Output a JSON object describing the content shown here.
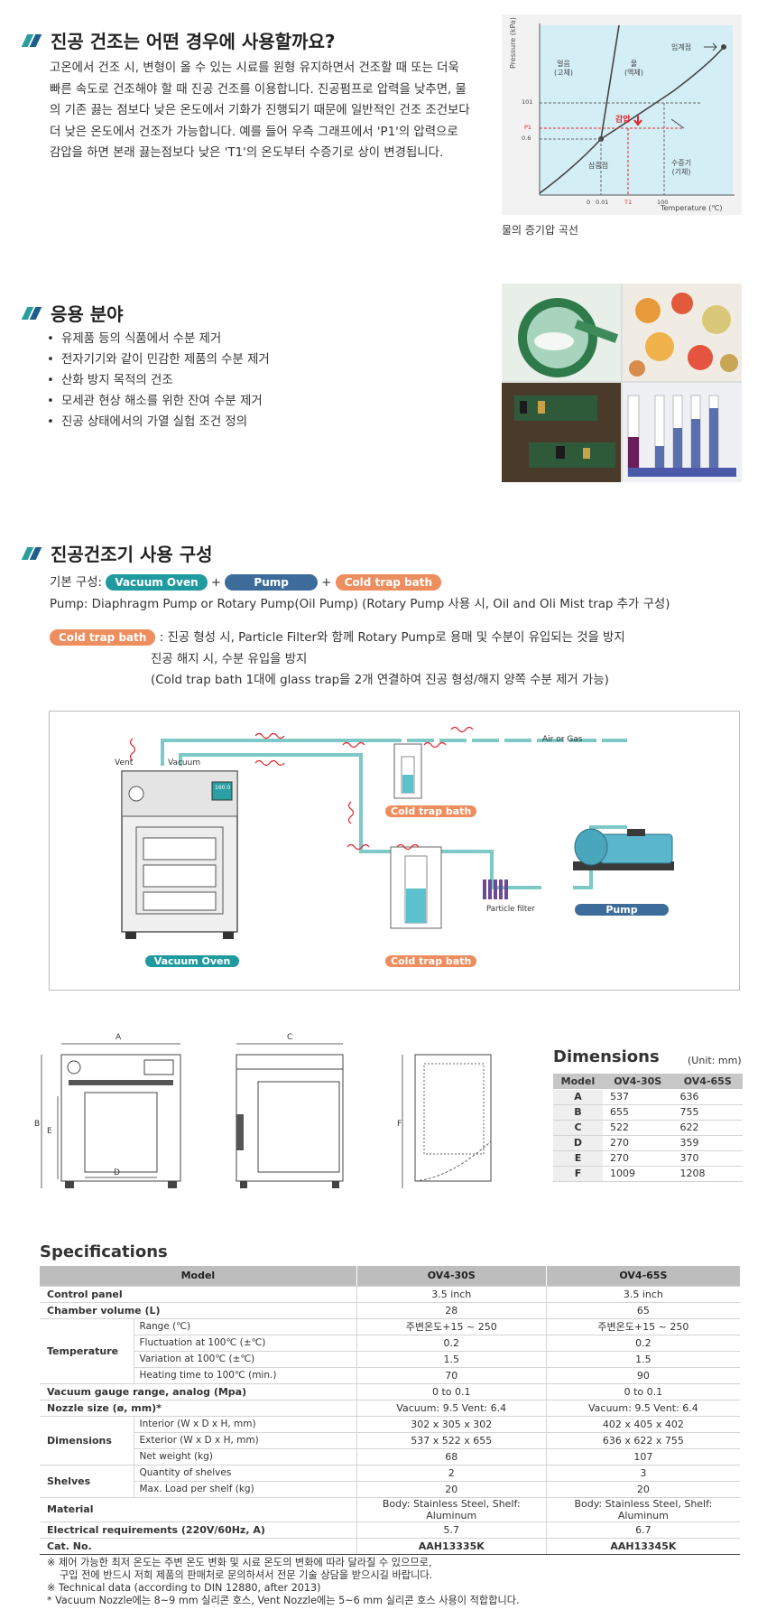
{
  "section1": {
    "title": "진공 건조는 어떤 경우에 사용할까요?",
    "paragraph": "고온에서 건조 시, 변형이 올 수 있는 시료를 원형 유지하면서 건조할 때 또는 더욱 빠른 속도로 건조해야 할 때 진공 건조를 이용합니다. 진공펌프로 압력을 낮추면, 물의 기존 끓는 점보다 낮은 온도에서 기화가 진행되기 때문에 일반적인 건조 조건보다 더 낮은 온도에서 건조가 가능합니다. 예를 들어 우측 그래프에서 'P1'의 압력으로 감압을 하면 본래 끓는점보다 낮은 'T1'의 온도부터 수증기로 상이 변경됩니다.",
    "graph_caption": "물의 증기압 곡선",
    "graph": {
      "ylabel": "Pressure (kPa)",
      "xlabel": "Temperature (℃)",
      "ytick_101": "101",
      "ytick_p1": "P1",
      "ytick_06": "0.6",
      "xtick_0": "0",
      "xtick_001": "0.01",
      "xtick_t1": "T1",
      "xtick_100": "100",
      "label_ice": "얼음",
      "label_ice2": "(고체)",
      "label_water": "물",
      "label_water2": "(액체)",
      "label_vapor": "수증기",
      "label_vapor2": "(기체)",
      "label_triple": "삼중점",
      "label_critical": "임계점",
      "label_decompress": "감압",
      "decompress_color": "#e3242b",
      "bg_color": "#d4eef5"
    }
  },
  "section2": {
    "title": "응용 분야",
    "items": [
      "유제품 등의 식품에서 수분 제거",
      "전자기기와 같이 민감한 제품의 수분 제거",
      "산화 방지 목적의 건조",
      "모세관 현상 해소를 위한 잔여 수분 제거",
      "진공 상태에서의 가열 실험 조건 정의"
    ]
  },
  "section3": {
    "title": "진공건조기 사용 구성",
    "basic_label": "기본 구성:",
    "pill_oven": "Vacuum Oven",
    "pill_pump": "Pump",
    "pill_cold": "Cold trap bath",
    "plus": "+",
    "pump_line": "Pump: Diaphragm Pump or Rotary Pump(Oil Pump) (Rotary Pump 사용 시, Oil and Oli Mist trap 추가 구성)",
    "cold_line1": ": 진공 형성 시, Particle Filter와 함께 Rotary Pump로 용매 및 수분이 유입되는 것을 방지",
    "cold_line2": "진공 해지 시, 수분 유입을 방지",
    "cold_line3": "(Cold trap bath 1대에 glass trap을 2개 연결하여 진공 형성/해지 양쪽 수분 제거 가능)",
    "diagram": {
      "vent": "Vent",
      "vacuum": "Vacuum",
      "air_gas": "Air or Gas",
      "cold_trap": "Cold trap bath",
      "particle_filter": "Particle filter",
      "pump": "Pump",
      "vacuum_oven": "Vacuum Oven",
      "display": "160.0"
    }
  },
  "dimensions": {
    "title": "Dimensions",
    "unit": "(Unit: mm)",
    "letters": {
      "a": "A",
      "b": "B",
      "c": "C",
      "d": "D",
      "e": "E",
      "f": "F"
    },
    "header": [
      "Model",
      "OV4-30S",
      "OV4-65S"
    ],
    "rows": [
      [
        "A",
        "537",
        "636"
      ],
      [
        "B",
        "655",
        "755"
      ],
      [
        "C",
        "522",
        "622"
      ],
      [
        "D",
        "270",
        "359"
      ],
      [
        "E",
        "270",
        "370"
      ],
      [
        "F",
        "1009",
        "1208"
      ]
    ]
  },
  "specs": {
    "title": "Specifications",
    "h_model": "Model",
    "h_m1": "OV4-30S",
    "h_m2": "OV4-65S",
    "control_panel": {
      "label": "Control panel",
      "v1": "3.5 inch",
      "v2": "3.5 inch"
    },
    "chamber": {
      "label": "Chamber volume (L)",
      "v1": "28",
      "v2": "65"
    },
    "temperature": {
      "label": "Temperature",
      "range": {
        "label": "Range (℃)",
        "v1": "주변온도+15 ~ 250",
        "v2": "주변온도+15 ~ 250"
      },
      "fluct": {
        "label": "Fluctuation at 100℃ (±℃)",
        "v1": "0.2",
        "v2": "0.2"
      },
      "var": {
        "label": "Variation at 100℃ (±℃)",
        "v1": "1.5",
        "v2": "1.5"
      },
      "heat": {
        "label": "Heating time to 100℃ (min.)",
        "v1": "70",
        "v2": "90"
      }
    },
    "gauge": {
      "label": "Vacuum gauge range, analog (Mpa)",
      "v1": "0 to 0.1",
      "v2": "0 to 0.1"
    },
    "nozzle": {
      "label": "Nozzle size (ø, mm)*",
      "v1": "Vacuum: 9.5   Vent: 6.4",
      "v2": "Vacuum: 9.5   Vent: 6.4"
    },
    "dims": {
      "label": "Dimensions",
      "interior": {
        "label": "Interior (W x D x H, mm)",
        "v1": "302 x 305 x 302",
        "v2": "402 x 405 x 402"
      },
      "exterior": {
        "label": "Exterior (W x D x H, mm)",
        "v1": "537 x 522 x 655",
        "v2": "636 x 622 x 755"
      },
      "weight": {
        "label": "Net weight (kg)",
        "v1": "68",
        "v2": "107"
      }
    },
    "shelves": {
      "label": "Shelves",
      "qty": {
        "label": "Quantity of shelves",
        "v1": "2",
        "v2": "3"
      },
      "load": {
        "label": "Max. Load per shelf (kg)",
        "v1": "20",
        "v2": "20"
      }
    },
    "material": {
      "label": "Material",
      "v1": "Body: Stainless Steel, Shelf: Aluminum",
      "v2": "Body: Stainless Steel, Shelf: Aluminum"
    },
    "elec": {
      "label": "Electrical requirements (220V/60Hz, A)",
      "v1": "5.7",
      "v2": "6.7"
    },
    "cat": {
      "label": "Cat. No.",
      "v1": "AAH13335K",
      "v2": "AAH13345K"
    }
  },
  "footnotes": [
    "※ 제어 가능한 최저 온도는 주변 온도 변화 및 시료 온도의 변화에 따라 달라질 수 있으므로,",
    "구입 전에 반드시 저희 제품의 판매처로 문의하셔서 전문 기술 상담을 받으시길 바랍니다.",
    "※ Technical data (according to DIN 12880, after 2013)",
    "* Vacuum Nozzle에는 8~9 mm 실리콘 호스, Vent Nozzle에는 5~6 mm 실리콘 호스 사용이 적합합니다."
  ]
}
